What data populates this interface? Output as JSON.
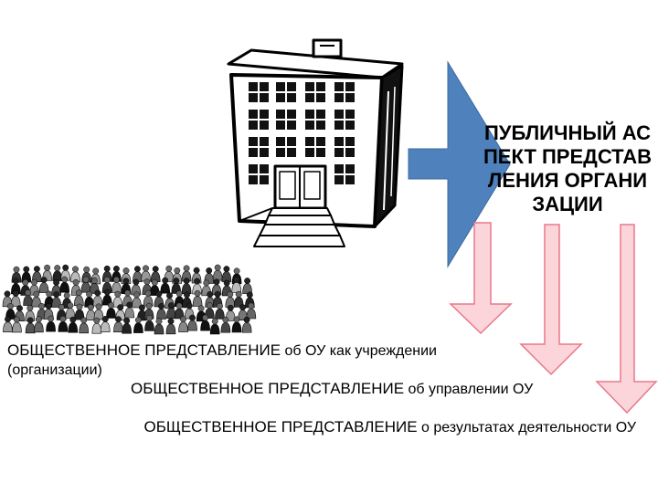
{
  "title": "ПУБЛИЧНЫЙ АСПЕКТ ПРЕДСТАВЛЕНИЯ ОРГАНИЗАЦИИ",
  "statements": [
    {
      "head": "ОБЩЕСТВЕННОЕ ПРЕДСТАВЛЕНИЕ",
      "tail": "об ОУ как учреждении (организации)"
    },
    {
      "head": "ОБЩЕСТВЕННОЕ ПРЕДСТАВЛЕНИЕ",
      "tail": "об управлении ОУ"
    },
    {
      "head": "ОБЩЕСТВЕННОЕ ПРЕДСТАВЛЕНИЕ",
      "tail": "о результатах деятельности ОУ"
    }
  ],
  "colors": {
    "big_arrow": "#4F81BD",
    "small_arrow_fill": "#FCD5DA",
    "small_arrow_stroke": "#E8788A"
  },
  "icons": [
    "building-icon",
    "crowd-icon"
  ]
}
